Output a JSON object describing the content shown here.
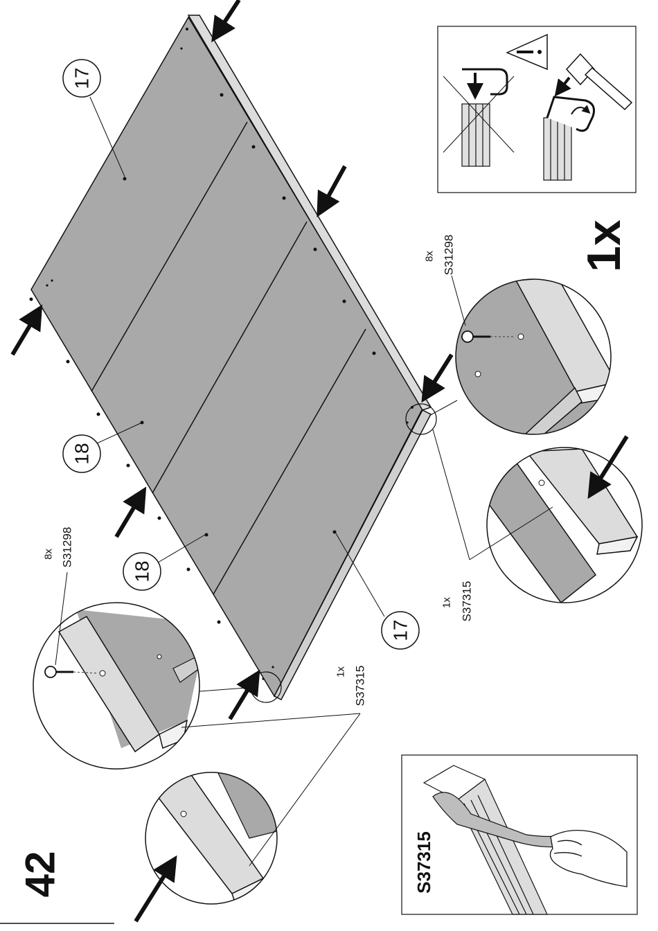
{
  "step": {
    "number": "42"
  },
  "multiplier": "1x",
  "parts": [
    {
      "id": "17",
      "label": "17"
    },
    {
      "id": "18",
      "label": "18"
    }
  ],
  "fittings": {
    "screw_top": {
      "qty": "8x",
      "code": "S31298"
    },
    "screw_left": {
      "qty": "8x",
      "code": "S31298"
    },
    "profile_right": {
      "qty": "1x",
      "code": "S37315"
    },
    "profile_left": {
      "qty": "1x",
      "code": "S37315"
    }
  },
  "tape_box": {
    "code": "S37315"
  },
  "colors": {
    "panel": "#a8a8a8",
    "line": "#111111",
    "frame": "#d9d9d9"
  },
  "icons": [
    "warning-icon",
    "hammer-icon",
    "screw-icon",
    "arrow-icon",
    "hand-icon"
  ]
}
